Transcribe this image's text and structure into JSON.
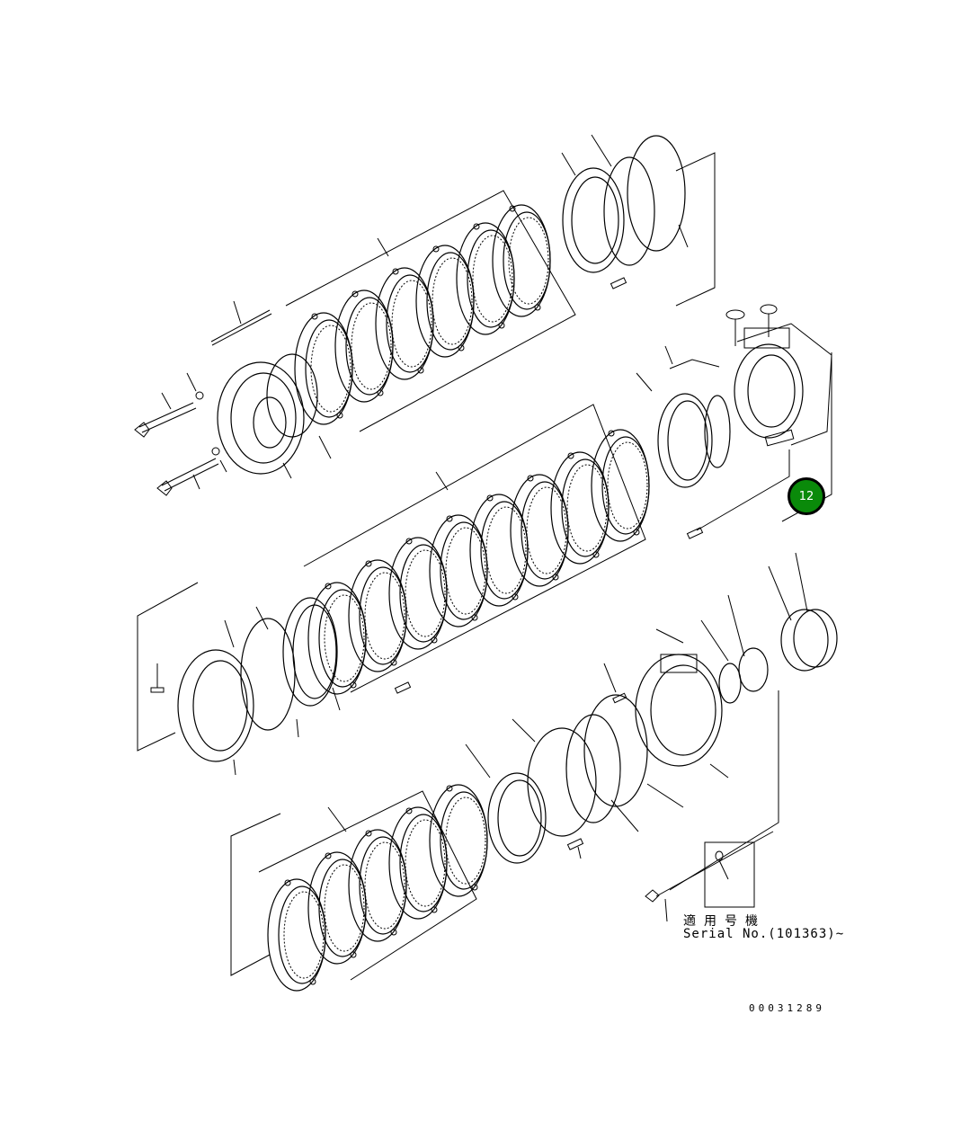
{
  "diagram": {
    "type": "exploded-parts-view",
    "subject": "Transmission clutch pack assembly",
    "callouts": [
      {
        "id": "12",
        "label": "12",
        "color": "#0a8a0a"
      }
    ],
    "serial_note": {
      "japanese": "適用号機",
      "english": "Serial No.(101363)~"
    },
    "drawing_number": "00031289"
  }
}
